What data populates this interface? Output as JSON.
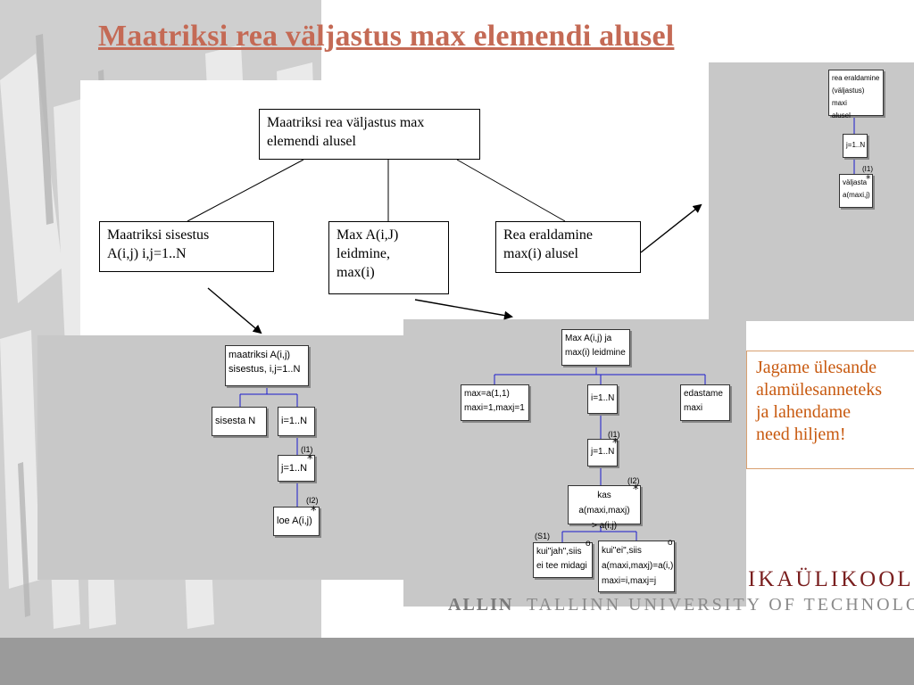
{
  "slide": {
    "title": "Maatriksi rea väljastus max elemendi alusel"
  },
  "top_tree": {
    "root": [
      "Maatriksi rea väljastus max",
      "elemendi alusel"
    ],
    "child1": [
      "Maatriksi sisestus",
      "A(i,j) i,j=1..N"
    ],
    "child2": [
      "Max A(i,J)",
      "leidmine,",
      "max(i)"
    ],
    "child3": [
      "Rea eraldamine",
      "max(i) alusel"
    ]
  },
  "panel_left": {
    "root": [
      "maatriksi A(i,j)",
      "sisestus, i,j=1..N"
    ],
    "sisesta": "sisesta N",
    "loop_i": "i=1..N",
    "label_i1": "(I1)",
    "loop_j": "j=1..N",
    "label_i2": "(I2)",
    "loe": "loe A(i,j)"
  },
  "panel_mid": {
    "root": [
      "Max A(i,j) ja",
      "max(i) leidmine"
    ],
    "init": [
      "max=a(1,1)",
      "maxi=1,maxj=1"
    ],
    "loop_i": "i=1..N",
    "edastame": [
      "edastame",
      "maxi"
    ],
    "label_i1": "(I1)",
    "loop_j": "j=1..N",
    "label_i2": "(I2)",
    "kas": [
      "kas a(maxi,maxj)",
      "> a(i,j)"
    ],
    "label_s1": "(S1)",
    "kui_jah": [
      "kui\"jah\",siis",
      "ei tee midagi"
    ],
    "kui_ei": [
      "kui\"ei\",siis",
      "a(maxi,maxj)=a(i,)",
      "maxi=i,maxj=j"
    ]
  },
  "panel_right": {
    "root": [
      "rea eraldamine",
      "(väljastus) maxi",
      "alusel"
    ],
    "loop_j": "j=1..N",
    "label_i1": "(I1)",
    "valjasta": [
      "väljasta",
      "a(maxi,j)"
    ]
  },
  "note": {
    "lines": [
      "Jagame ülesande",
      "alamülesanneteks",
      "ja lahendame",
      "need hiljem!"
    ]
  },
  "logo": {
    "line1": "IKAÜLIKOOL",
    "line2_bold": "ALLIN",
    "line2": "TALLINN UNIVERSITY OF TECHNOLOGY"
  },
  "symbols": {
    "iteration": "*",
    "selection": "o"
  },
  "colors": {
    "title": "#c46a55",
    "note_text": "#c85a10",
    "connector_blue": "#1a1acc",
    "panel_gray": "#c8c8c8",
    "logo": "#7a1f1f"
  }
}
